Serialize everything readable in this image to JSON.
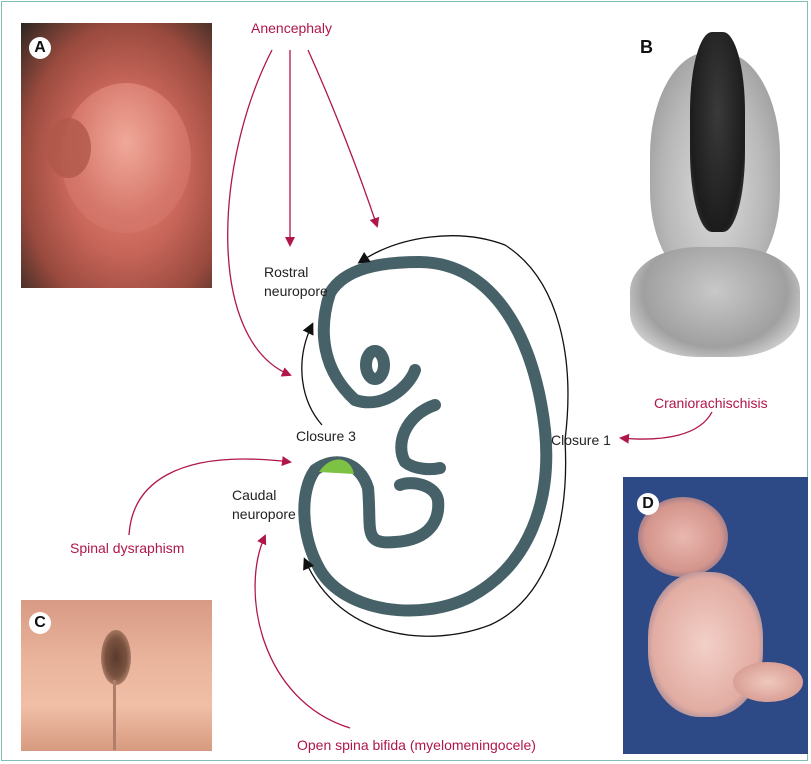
{
  "panels": {
    "a": {
      "letter": "A"
    },
    "b": {
      "letter": "B"
    },
    "c": {
      "letter": "C"
    },
    "d": {
      "letter": "D"
    }
  },
  "labels": {
    "anencephaly": "Anencephaly",
    "craniorachischisis": "Craniorachischisis",
    "spinal_dysraphism": "Spinal dysraphism",
    "open_spina_bifida": "Open spina bifida (myelomeningocele)",
    "rostral_neuropore_line1": "Rostral",
    "rostral_neuropore_line2": "neuropore",
    "caudal_neuropore_line1": "Caudal",
    "caudal_neuropore_line2": "neuropore",
    "closure_3": "Closure 3",
    "closure_1": "Closure 1"
  },
  "colors": {
    "frame": "#7fbfb5",
    "embryo_outline": "#466168",
    "closure_site": "#7dc242",
    "defect_arrow": "#b0164a",
    "closure_arrow": "#111111",
    "label_red": "#b0164a"
  }
}
